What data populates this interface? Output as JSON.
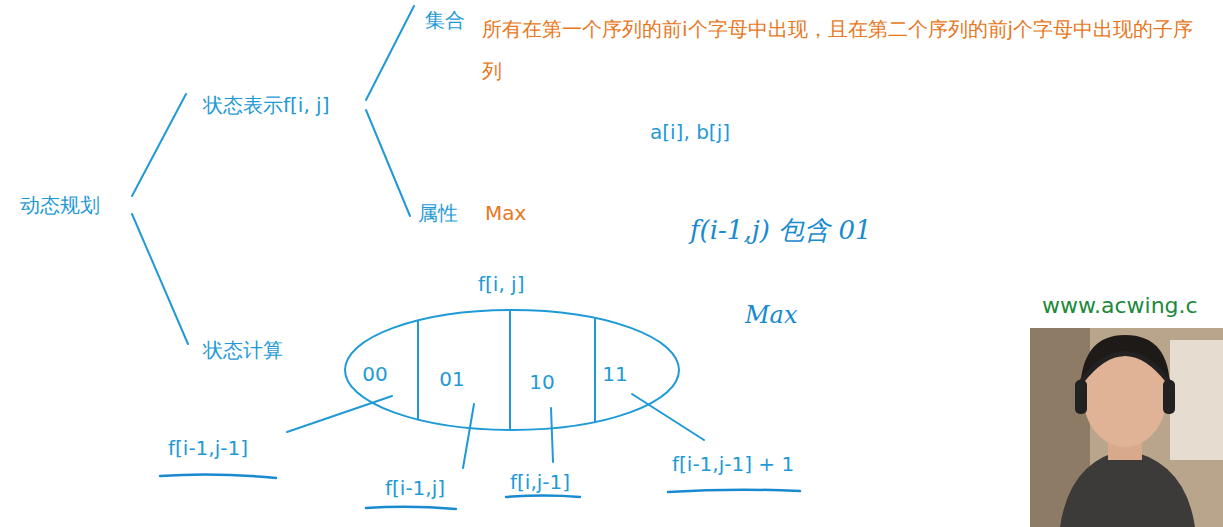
{
  "diagram": {
    "nodes": [
      {
        "text": [
          "f[i, j]"
        ]
      },
      {
        "text": [
          "00"
        ],
        "in": 0
      },
      {
        "text": [
          "01"
        ],
        "in": 0
      },
      {
        "text": [
          "10"
        ],
        "in": 0
      },
      {
        "text": [
          "11"
        ],
        "in": 0
      }
    ],
    "labels": [
      "动态规划",
      "状态表示f[i, j]",
      "集合",
      "所有在第一个序列的前i个字母中出现，且在第二个序列的前j个字母中出现的子序列",
      "属性",
      "Max",
      "a[i], b[j]",
      "f(i-1,j) 包含 01",
      "Max",
      "状态计算",
      "f[i-1,j-1]",
      "f[i-1,j]",
      "f[i,j-1]",
      "f[i-1,j-1] + 1",
      "www.acwing.c"
    ]
  }
}
